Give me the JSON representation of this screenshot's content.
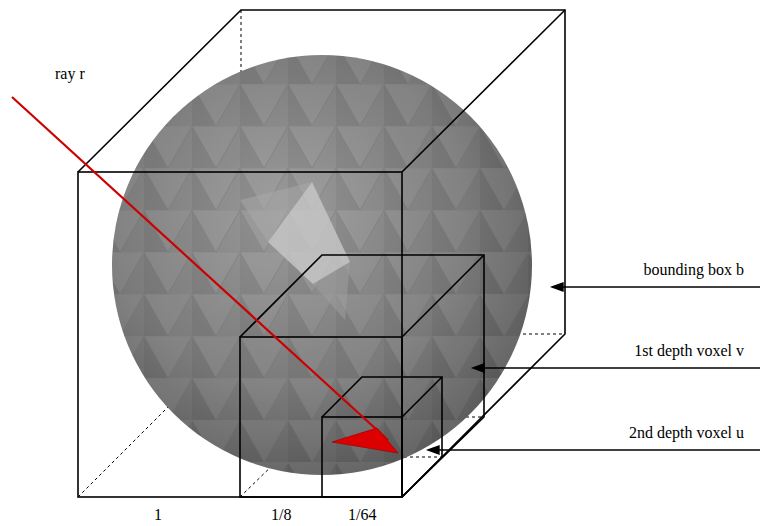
{
  "diagram": {
    "labels": [
      "ray r",
      "bounding box b",
      "1st depth voxel v",
      "2nd depth voxel u",
      "1",
      "1/8",
      "1/64"
    ]
  }
}
